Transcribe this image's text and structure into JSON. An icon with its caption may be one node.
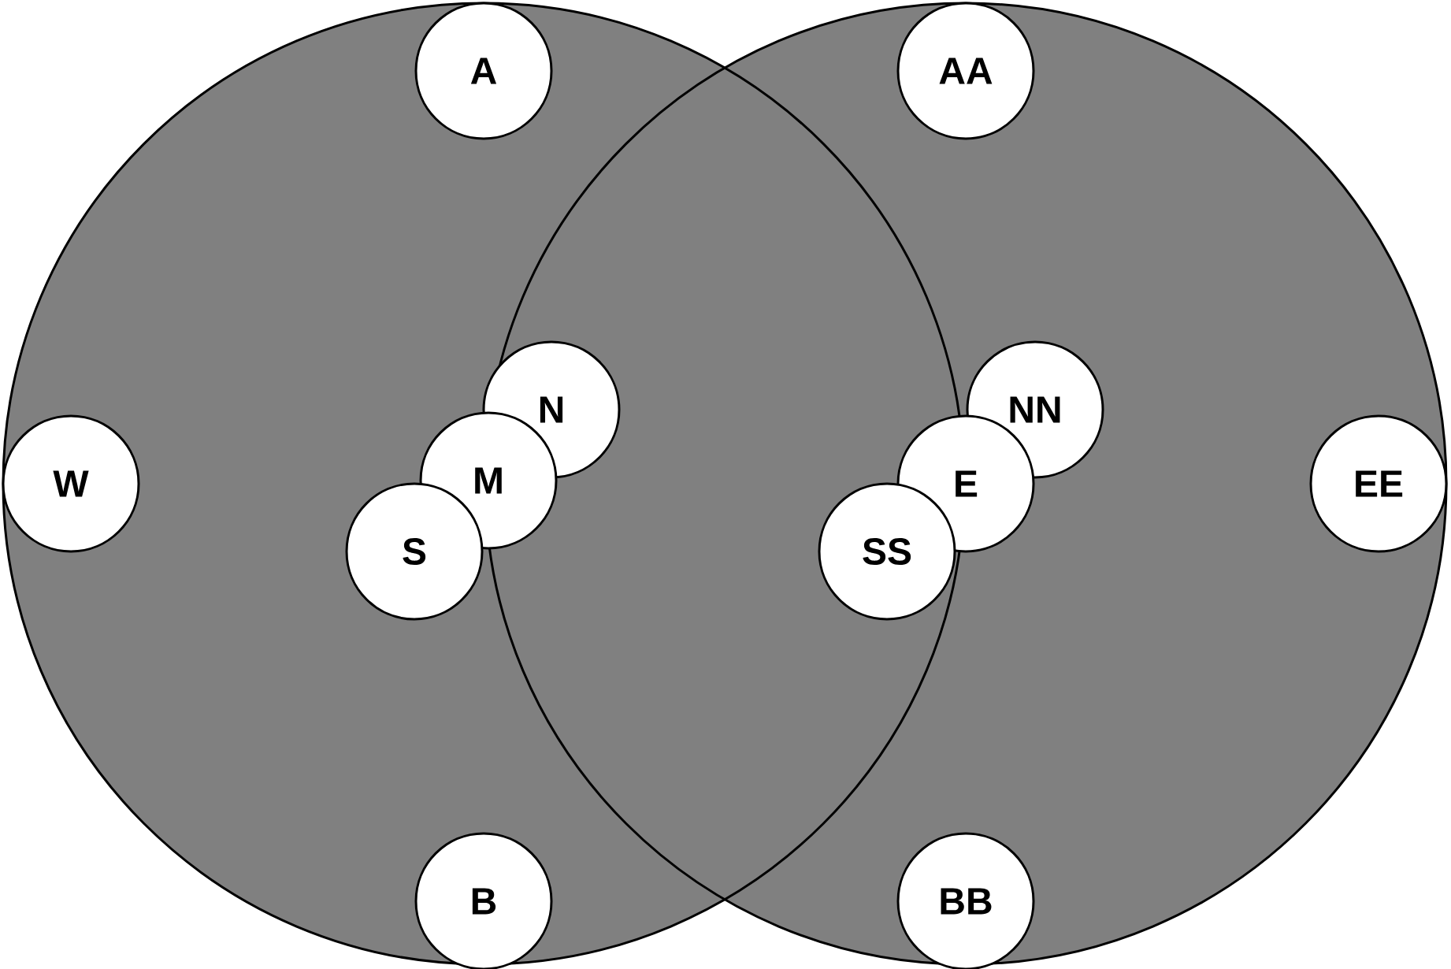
{
  "diagram": {
    "nodes": [
      {
        "text": [],
        "shape": "circle"
      },
      {
        "text": [
          "A"
        ],
        "in": 0
      },
      {
        "text": [
          "W"
        ],
        "in": 0
      },
      {
        "text": [
          "N"
        ]
      },
      {
        "text": [
          "M"
        ],
        "in": 0
      },
      {
        "text": [
          "S"
        ],
        "in": 0
      },
      {
        "text": [
          "B"
        ],
        "in": 0
      },
      {
        "text": [],
        "shape": "circle"
      },
      {
        "text": [
          "AA"
        ],
        "in": 7
      },
      {
        "text": [
          "NN"
        ],
        "in": 7
      },
      {
        "text": [
          "E"
        ],
        "in": 7
      },
      {
        "text": [
          "SS"
        ]
      },
      {
        "text": [
          "EE"
        ],
        "in": 7
      },
      {
        "text": [
          "BB"
        ],
        "in": 7
      }
    ]
  }
}
